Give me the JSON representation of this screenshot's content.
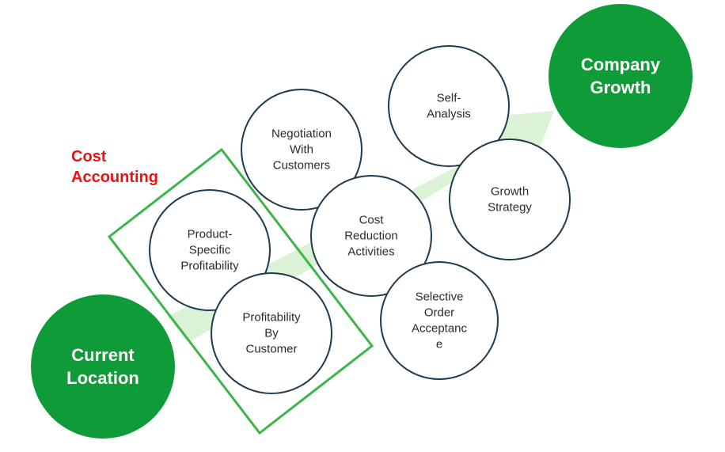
{
  "colors": {
    "milestone_fill": "#0f9b38",
    "circle_stroke": "#1f3b4d",
    "arrow_fill": "#dcf2d6",
    "highlight_box": "#3cb54a",
    "callout_text": "#ee1111"
  },
  "callout": {
    "lines": [
      "Cost",
      "Accounting"
    ]
  },
  "milestones": [
    {
      "id": "current",
      "lines": [
        "Current",
        "Location"
      ]
    },
    {
      "id": "growth",
      "lines": [
        "Company",
        "Growth"
      ]
    }
  ],
  "nodes": [
    {
      "id": "product-specific-profitability",
      "lines": [
        "Product-",
        "Specific",
        "Profitability"
      ]
    },
    {
      "id": "profitability-by-customer",
      "lines": [
        "Profitability",
        "By",
        "Customer"
      ]
    },
    {
      "id": "negotiation-with-customers",
      "lines": [
        "Negotiation",
        "With",
        "Customers"
      ]
    },
    {
      "id": "cost-reduction-activities",
      "lines": [
        "Cost",
        "Reduction",
        "Activities"
      ]
    },
    {
      "id": "selective-order-acceptance",
      "lines": [
        "Selective",
        "Order",
        "Acceptanc",
        "e"
      ]
    },
    {
      "id": "self-analysis",
      "lines": [
        "Self-",
        "Analysis"
      ]
    },
    {
      "id": "growth-strategy",
      "lines": [
        "Growth",
        "Strategy"
      ]
    }
  ]
}
